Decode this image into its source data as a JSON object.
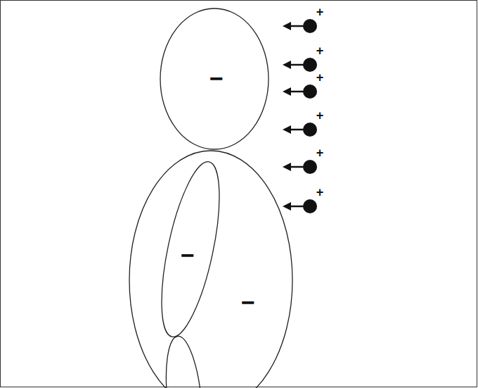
{
  "diagram": {
    "nodes": [
      {
        "text": [
          "−"
        ]
      },
      {
        "text": [
          "−"
        ]
      },
      {
        "text": [
          "−"
        ],
        "in": 1
      }
    ],
    "labels": [
      "+",
      "+",
      "+",
      "+",
      "+",
      "+"
    ]
  }
}
